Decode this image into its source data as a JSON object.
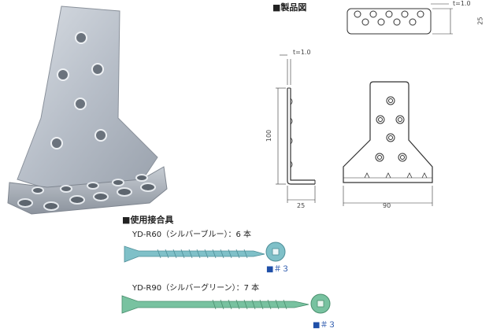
{
  "drawing_heading": "■製品図",
  "fasteners_heading": "■使用接合具",
  "dims": {
    "top_height": "25",
    "top_thickness": "t=1.0",
    "side_thickness": "t=1.0",
    "side_height": "100",
    "side_depth": "25",
    "front_width": "90"
  },
  "screws": [
    {
      "label": "YD-R60（シルバーブルー）：6 本",
      "drive": "■＃３",
      "color": "#7fc0c8"
    },
    {
      "label": "YD-R90（シルバーグリーン）：7 本",
      "drive": "■＃３",
      "color": "#78c2a0"
    }
  ]
}
